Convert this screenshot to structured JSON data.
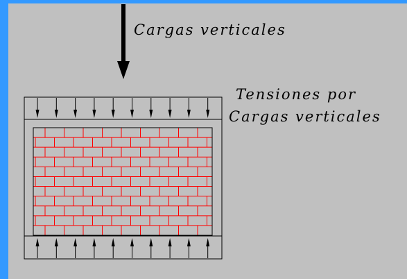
{
  "labels": {
    "main_load": "Cargas verticales",
    "stress_line1": "Tensiones por",
    "stress_line2": "Cargas verticales"
  },
  "colors": {
    "frame_border": "#3399ff",
    "background": "#c0c0c0",
    "mortar": "#ff0000",
    "outline": "#000000"
  },
  "diagram": {
    "top_stress_arrows": 10,
    "bottom_stress_arrows": 10,
    "brick_courses": 11
  }
}
